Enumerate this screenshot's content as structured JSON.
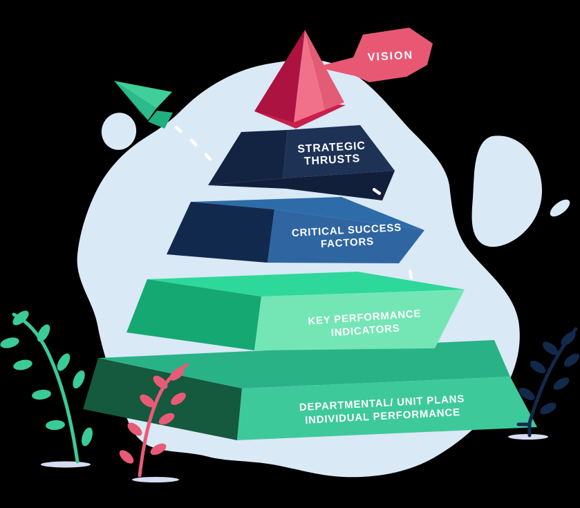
{
  "diagram": {
    "vision_label": "VISION",
    "layers": [
      {
        "name": "strategic-thrusts",
        "line1": "STRATEGIC",
        "line2": "THRUSTS"
      },
      {
        "name": "critical-success-factors",
        "line1": "CRITICAL SUCCESS",
        "line2": "FACTORS"
      },
      {
        "name": "key-performance-indicators",
        "line1": "KEY PERFORMANCE",
        "line2": "INDICATORS"
      },
      {
        "name": "departmental-unit-plans",
        "line1": "DEPARTMENTAL/ UNIT PLANS",
        "line2": "INDIVIDUAL PERFORMANCE"
      }
    ],
    "colors": {
      "background": "#000000",
      "blob": "#DAE9F6",
      "bubble_pink": "#E85873",
      "pyramid_left": "#AC1340",
      "pyramid_front": "#F2718A",
      "pyramid_right": "#E25C76",
      "pyramid_base": "#C7204B",
      "navy_front": "#1E3256",
      "navy_left": "#132443",
      "blue_front": "#2F66A2",
      "blue_left": "#12294E",
      "mint_front": "#74E6B5",
      "mint_top": "#2ED89A",
      "mint_left": "#16A873",
      "teal_front": "#3EC99B",
      "teal_top": "#2AB287",
      "teal_left": "#15593E",
      "plant_green": "#3BCB97",
      "plant_pink": "#E85B77",
      "plant_navy": "#12294B",
      "ground": "#D6DDF1",
      "dash": "#FFFFFF",
      "label_text": "#FFFFFF"
    }
  }
}
